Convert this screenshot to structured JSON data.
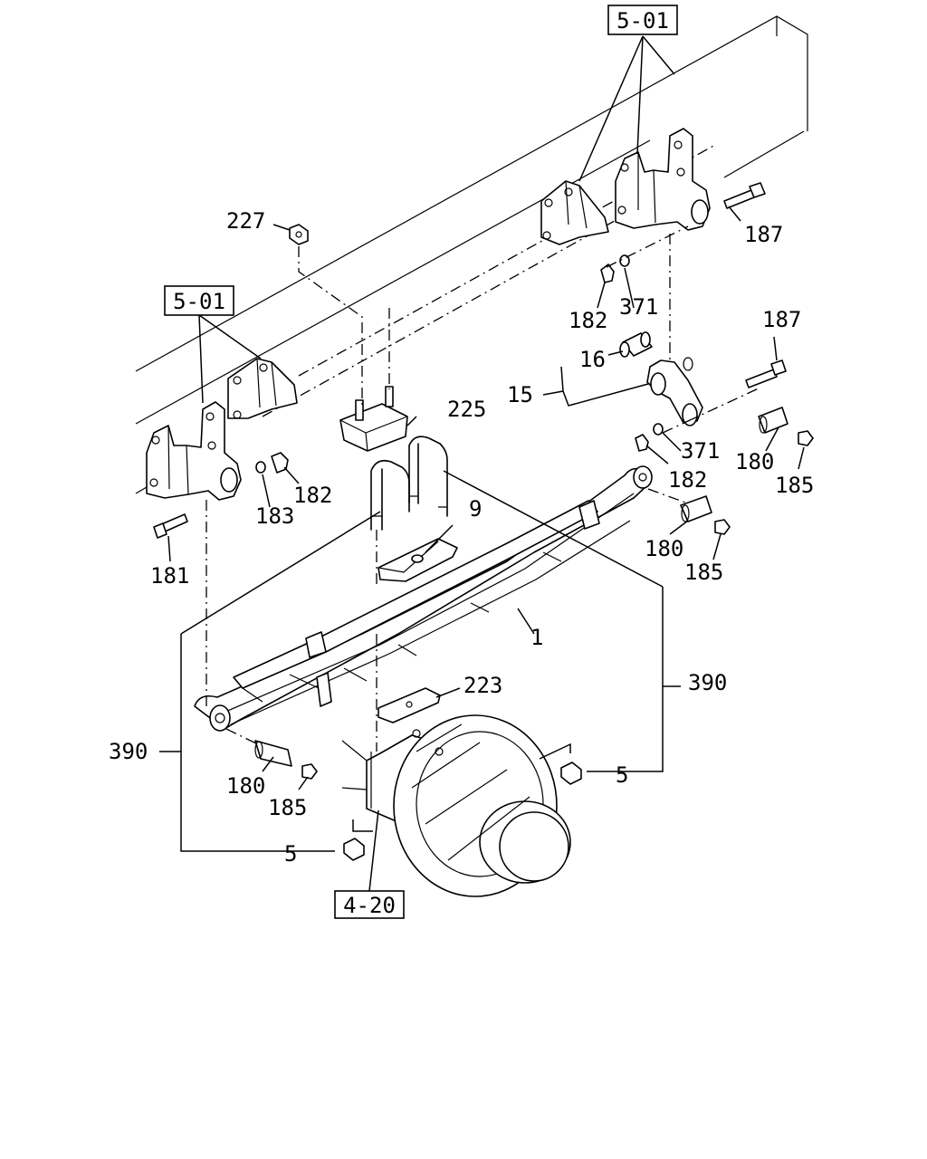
{
  "callouts": {
    "ref_frame_top": "5-01",
    "ref_frame_left": "5-01",
    "ref_axle": "4-20",
    "p227": "227",
    "p187_a": "187",
    "p187_b": "187",
    "p182_a": "182",
    "p371_a": "371",
    "p16": "16",
    "p15": "15",
    "p225": "225",
    "p371_b": "371",
    "p182_b": "182",
    "p180_a": "180",
    "p185_a": "185",
    "p183": "183",
    "p182_c": "182",
    "p181": "181",
    "p9": "9",
    "p180_b": "180",
    "p185_b": "185",
    "p1": "1",
    "p390_right": "390",
    "p223": "223",
    "p390_left": "390",
    "p180_c": "180",
    "p185_c": "185",
    "p5_right": "5",
    "p5_left": "5"
  }
}
